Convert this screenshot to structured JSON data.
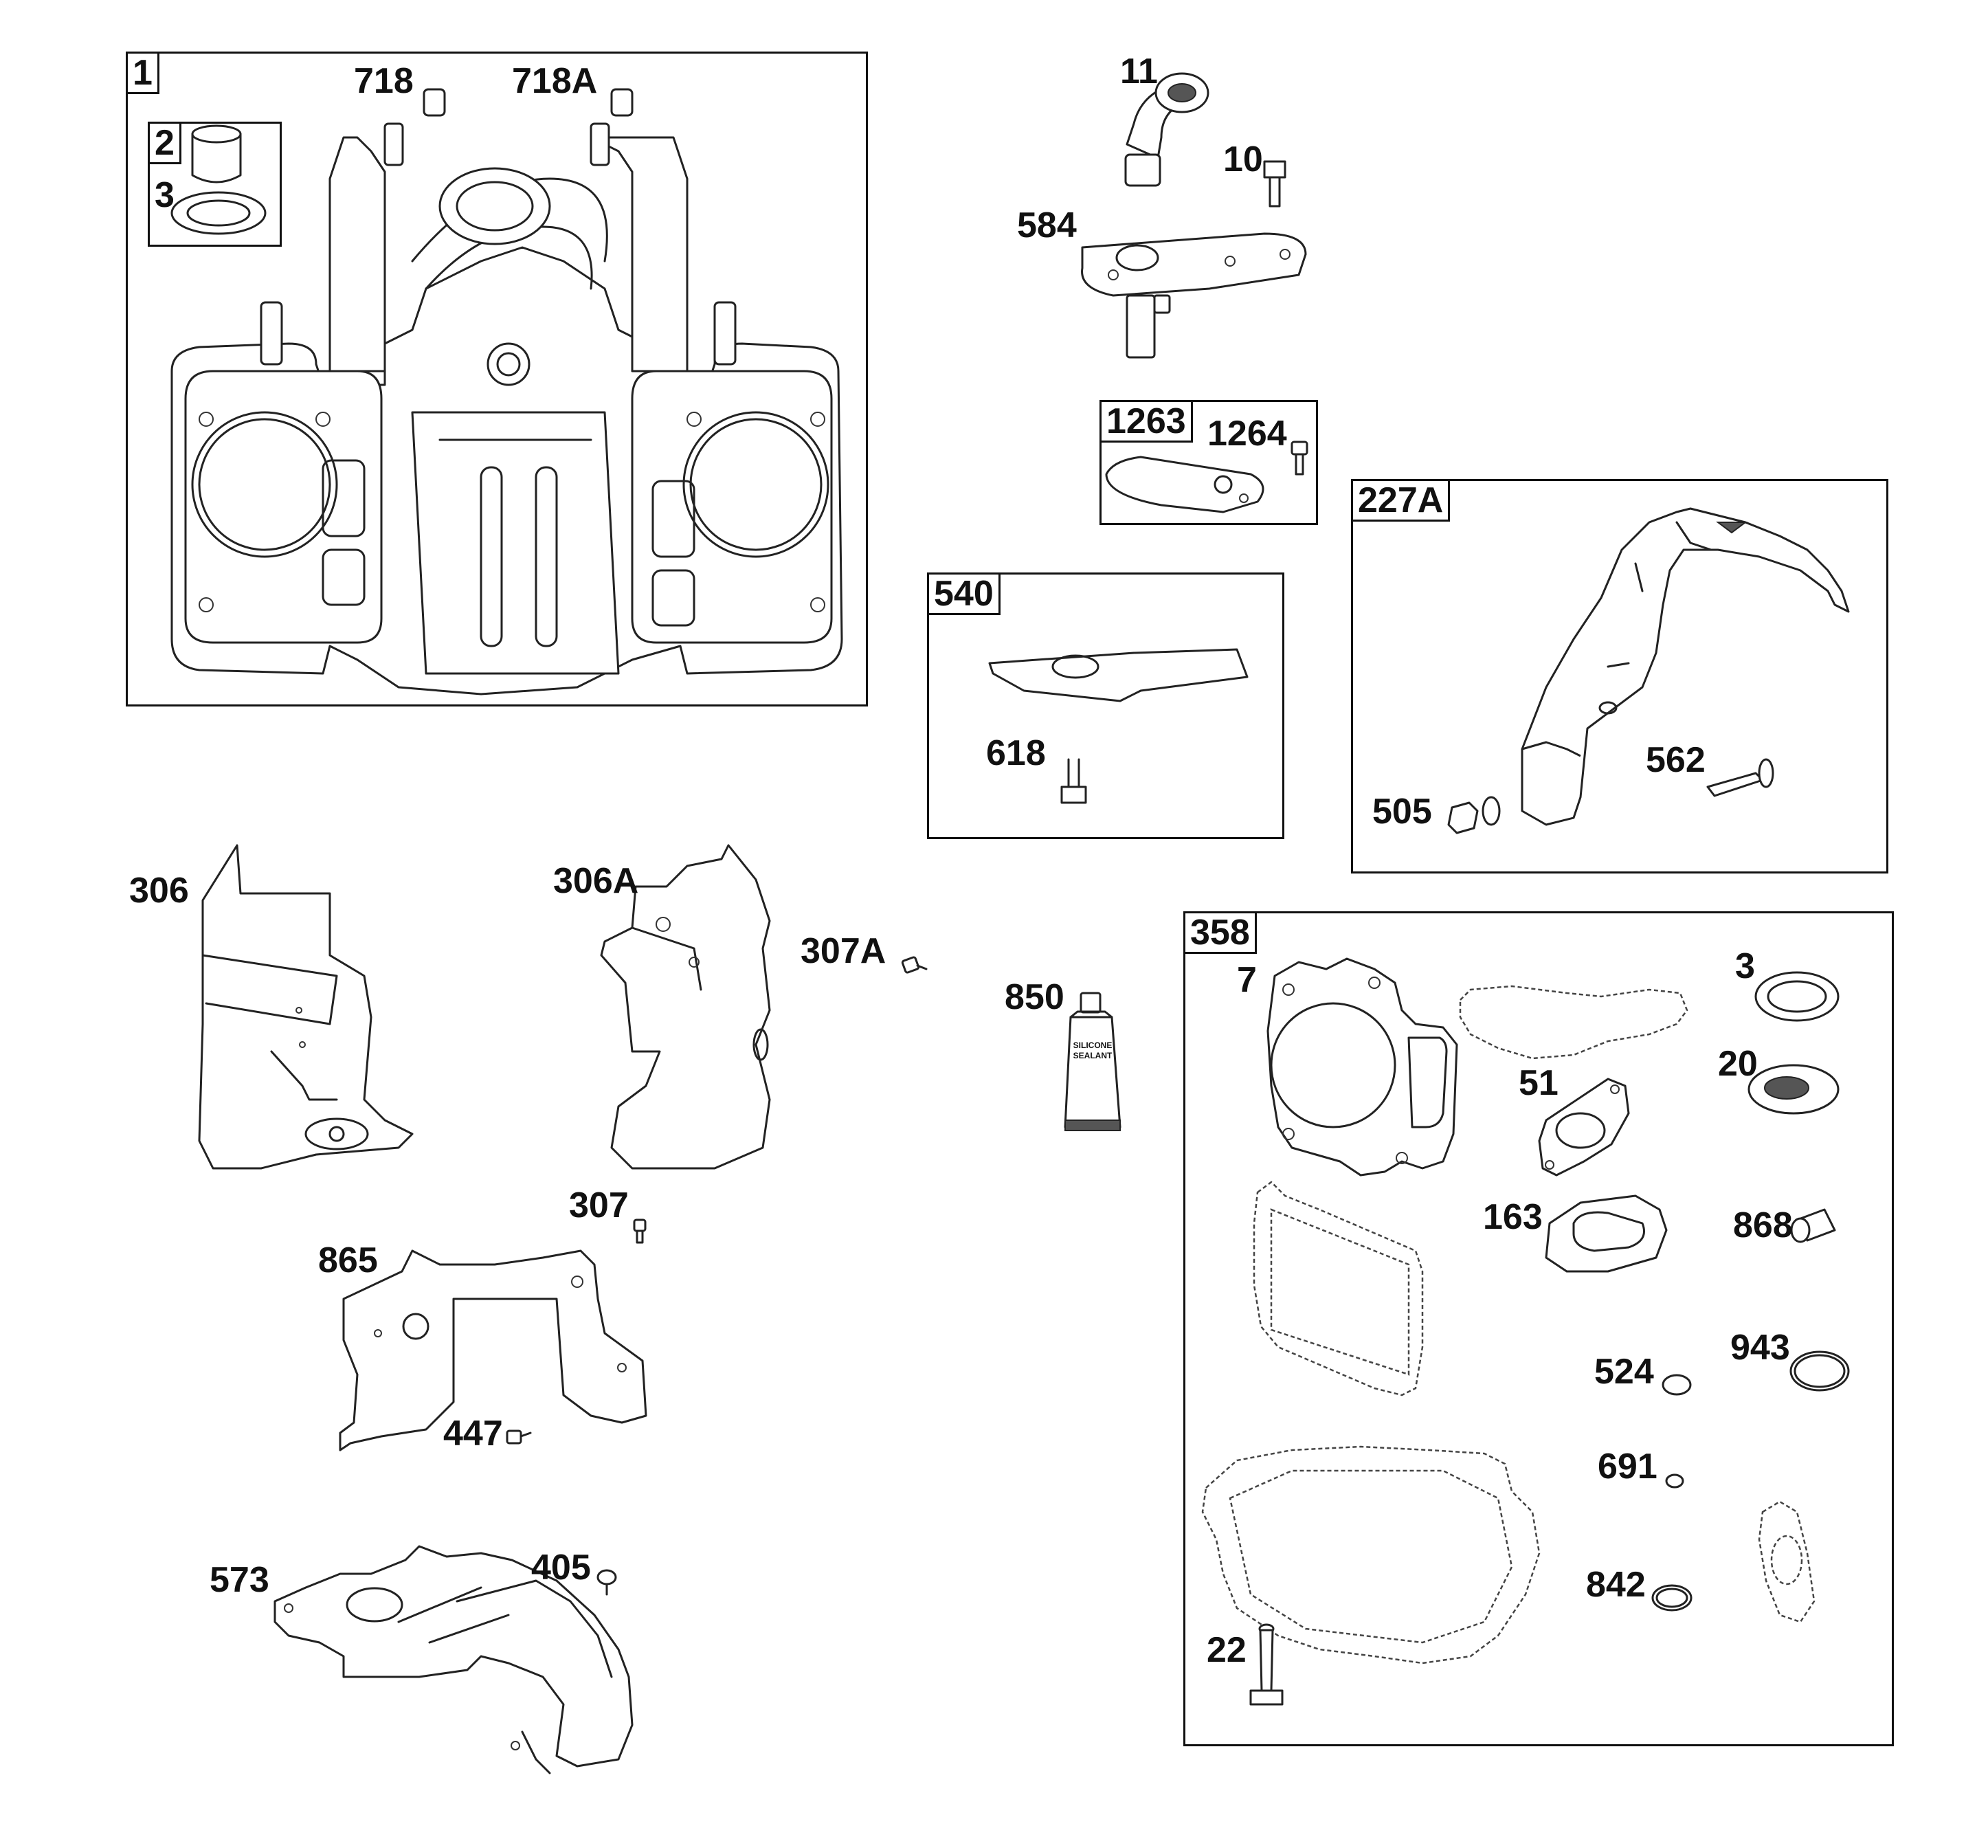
{
  "kits": [
    {
      "id": "kit-1",
      "label": "1"
    },
    {
      "id": "kit-2",
      "label": "2"
    },
    {
      "id": "kit-1263",
      "label": "1263"
    },
    {
      "id": "kit-540",
      "label": "540"
    },
    {
      "id": "kit-227A",
      "label": "227A"
    },
    {
      "id": "kit-358",
      "label": "358"
    }
  ],
  "parts": {
    "p3a": "3",
    "p718": "718",
    "p718A": "718A",
    "p11": "11",
    "p10": "10",
    "p584": "584",
    "p1264": "1264",
    "p618": "618",
    "p562": "562",
    "p505": "505",
    "p306": "306",
    "p306A": "306A",
    "p307A": "307A",
    "p850": "850",
    "p307": "307",
    "p865": "865",
    "p447": "447",
    "p573": "573",
    "p405": "405",
    "p7": "7",
    "p3b": "3",
    "p20": "20",
    "p51": "51",
    "p163": "163",
    "p868": "868",
    "p524": "524",
    "p943": "943",
    "p691": "691",
    "p842": "842",
    "p22": "22"
  },
  "tube_text": [
    "SILICONE",
    "SEALANT"
  ],
  "icons": [
    "engine-block-icon",
    "bushing-icon",
    "oil-seal-icon",
    "pipe-elbow-icon",
    "bolt-icon",
    "plate-icon",
    "tube-icon",
    "gasket-icon",
    "shroud-icon",
    "bracket-icon",
    "o-ring-icon",
    "nut-icon"
  ]
}
